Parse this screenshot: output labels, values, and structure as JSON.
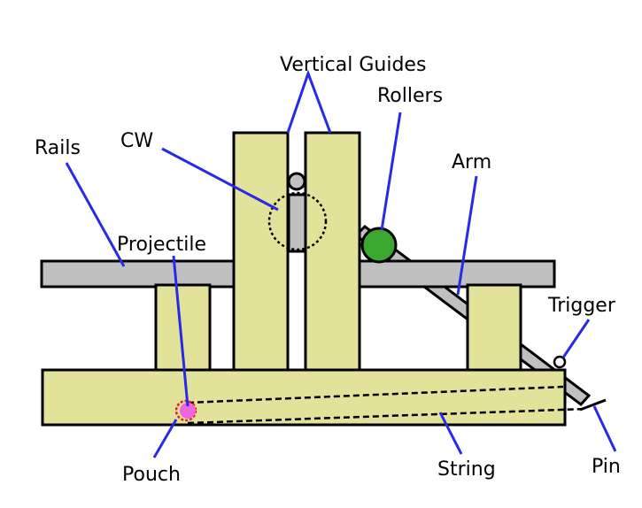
{
  "labels": {
    "vertical_guides": "Vertical Guides",
    "rollers": "Rollers",
    "rails": "Rails",
    "cw": "CW",
    "arm": "Arm",
    "projectile": "Projectile",
    "trigger": "Trigger",
    "pouch": "Pouch",
    "string": "String",
    "pin": "Pin"
  },
  "colors": {
    "wood": "#e3e29a",
    "rail": "#c0c0c0",
    "pointer": "#2a2ae6",
    "roller": "#3aa82e",
    "projectile": "#ee66dd",
    "pouch_outline": "#e02020"
  }
}
